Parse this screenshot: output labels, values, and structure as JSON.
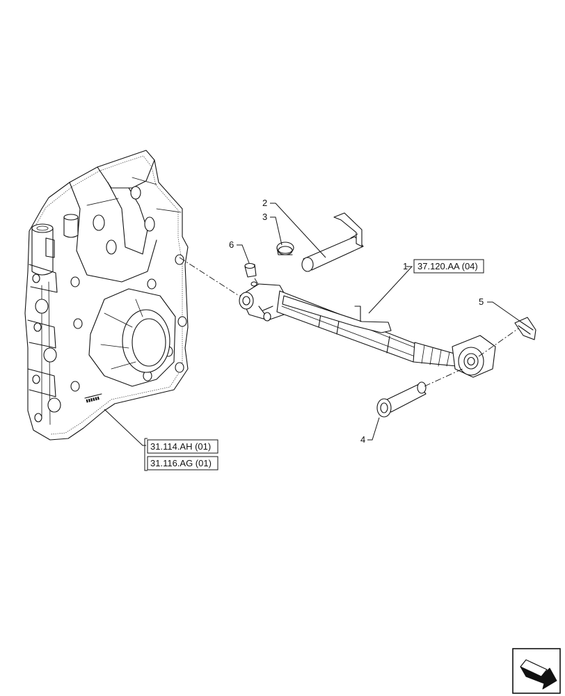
{
  "callouts": [
    {
      "id": "c1",
      "text": "1"
    },
    {
      "id": "c2",
      "text": "2"
    },
    {
      "id": "c3",
      "text": "3"
    },
    {
      "id": "c4",
      "text": "4"
    },
    {
      "id": "c5",
      "text": "5"
    },
    {
      "id": "c6",
      "text": "6"
    }
  ],
  "references": {
    "top_link": "37.120.AA (04)",
    "housing_a": "31.114.AH (01)",
    "housing_b": "31.116.AG (01)"
  },
  "icons": {
    "nav": "next-page-arrow-icon"
  }
}
